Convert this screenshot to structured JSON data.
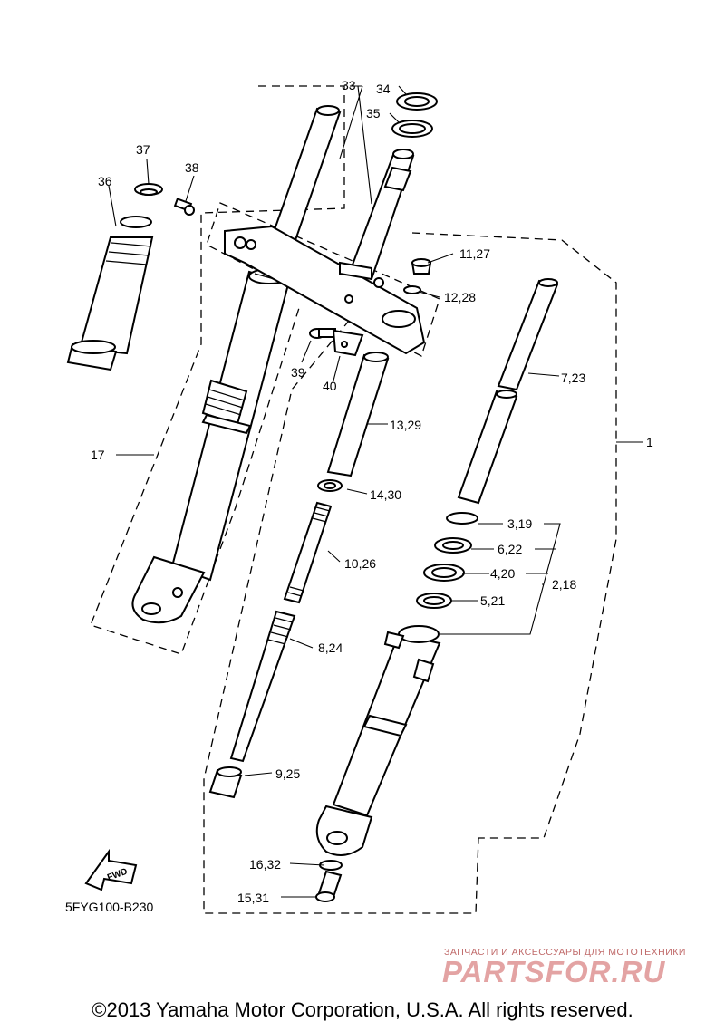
{
  "diagram": {
    "drawing_code": "5FYG100-B230",
    "fwd_label": "FWD",
    "parts": [
      {
        "ref": "1"
      },
      {
        "ref": "2,18"
      },
      {
        "ref": "3,19"
      },
      {
        "ref": "4,20"
      },
      {
        "ref": "5,21"
      },
      {
        "ref": "6,22"
      },
      {
        "ref": "7,23"
      },
      {
        "ref": "8,24"
      },
      {
        "ref": "9,25"
      },
      {
        "ref": "10,26"
      },
      {
        "ref": "11,27"
      },
      {
        "ref": "12,28"
      },
      {
        "ref": "13,29"
      },
      {
        "ref": "14,30"
      },
      {
        "ref": "15,31"
      },
      {
        "ref": "16,32"
      },
      {
        "ref": "17"
      },
      {
        "ref": "33"
      },
      {
        "ref": "34"
      },
      {
        "ref": "35"
      },
      {
        "ref": "36"
      },
      {
        "ref": "37"
      },
      {
        "ref": "38"
      },
      {
        "ref": "39"
      },
      {
        "ref": "40"
      }
    ]
  },
  "watermark": {
    "tagline": "ЗАПЧАСТИ И АКСЕССУАРЫ ДЛЯ МОТОТЕХНИКИ",
    "logo": "PARTSFOR.RU"
  },
  "copyright": "©2013 Yamaha Motor Corporation, U.S.A. All rights reserved."
}
